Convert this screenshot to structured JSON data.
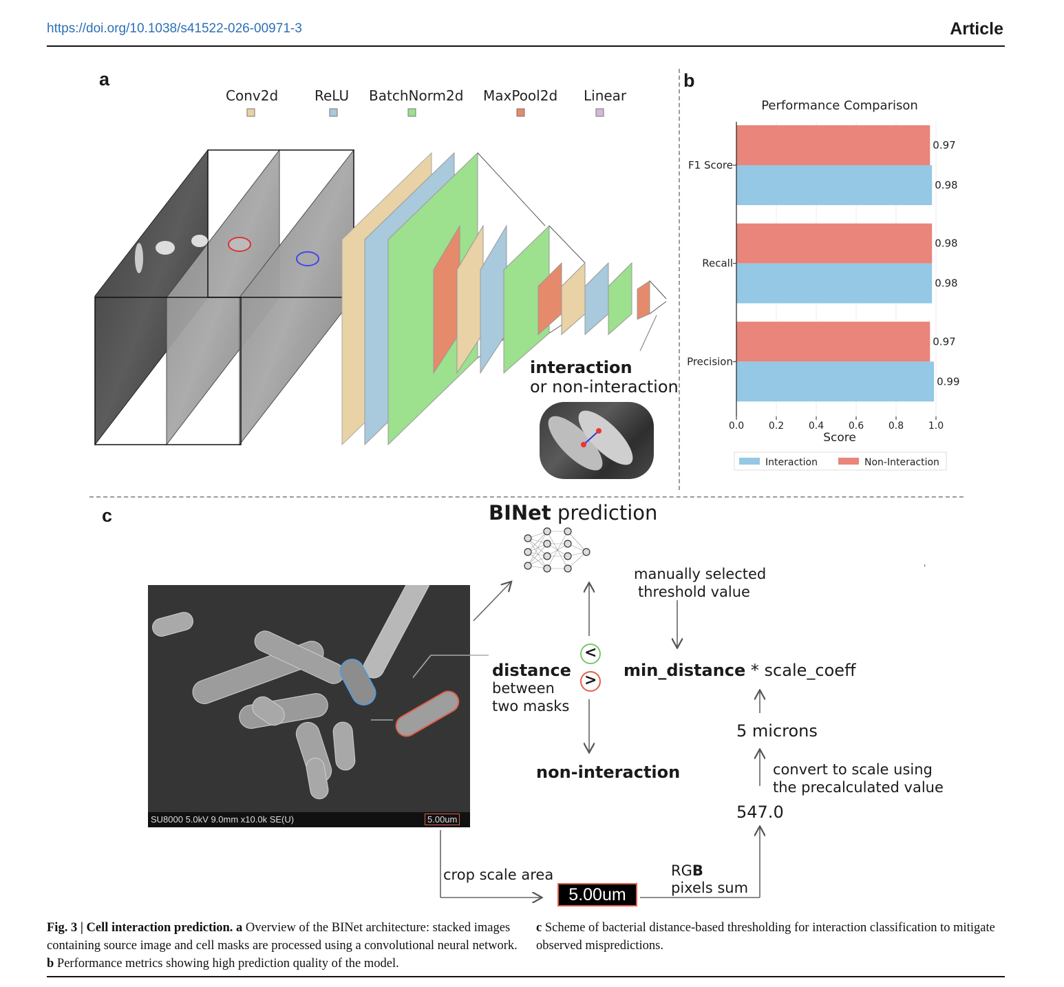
{
  "header": {
    "doi": "https://doi.org/10.1038/s41522-026-00971-3",
    "article": "Article"
  },
  "panel_a": {
    "label": "a",
    "layers": [
      "Conv2d",
      "ReLU",
      "BatchNorm2d",
      "MaxPool2d",
      "Linear"
    ],
    "layer_colors": [
      "#e8d2a6",
      "#a9c9dc",
      "#9de08d",
      "#e58a6a",
      "#d4b8d8"
    ],
    "output_bold": "interaction",
    "output_rest": "or non-interaction"
  },
  "panel_b": {
    "label": "b",
    "chart_data": {
      "type": "bar",
      "orientation": "horizontal",
      "title": "Performance Comparison",
      "xlabel": "Score",
      "ylabel": "",
      "xlim": [
        0,
        1.0
      ],
      "xticks": [
        "0.0",
        "0.2",
        "0.4",
        "0.6",
        "0.8",
        "1.0"
      ],
      "categories": [
        "F1 Score",
        "Recall",
        "Precision"
      ],
      "series": [
        {
          "name": "Non-Interaction",
          "color": "#e9857a",
          "values": [
            0.97,
            0.98,
            0.97
          ],
          "labels": [
            "0.97",
            "0.98",
            "0.97"
          ]
        },
        {
          "name": "Interaction",
          "color": "#94c8e4",
          "values": [
            0.98,
            0.98,
            0.99
          ],
          "labels": [
            "0.98",
            "0.98",
            "0.99"
          ]
        }
      ],
      "legend": [
        "Interaction",
        "Non-Interaction"
      ],
      "legend_position": "bottom"
    }
  },
  "panel_c": {
    "label": "c",
    "binet_bold": "BINet",
    "binet_rest": "prediction",
    "sem_info": "SU8000 5.0kV 9.0mm x10.0k SE(U)",
    "sem_scale": "5.00um",
    "distance_bold": "distance",
    "distance_line1": "between",
    "distance_line2": "two masks",
    "lt": "<",
    "gt": ">",
    "manual_line1": "manually selected",
    "manual_line2": "threshold value",
    "formula_bold": "min_distance",
    "formula_rest": "* scale_coeff",
    "microns": "5 microns",
    "convert_line1": "convert to scale using",
    "convert_line2": "the precalculated value",
    "value": "547.0",
    "non_interaction": "non-interaction",
    "crop": "crop scale area",
    "scale_crop": "5.00um",
    "rgb_plain": "RG",
    "rgb_bold": "B",
    "pixels_sum": "pixels sum",
    "tick_mark": "'"
  },
  "caption": {
    "fig": "Fig. 3 | Cell interaction prediction.",
    "a_label": "a",
    "a_text": "Overview of the BINet architecture: stacked images containing source image and cell masks are processed using a convolutional neural network.",
    "b_label": "b",
    "b_text": "Performance metrics showing high prediction quality of the model.",
    "c_label": "c",
    "c_text": "Scheme of bacterial distance-based thresholding for interaction classification to mitigate observed mispredictions."
  }
}
